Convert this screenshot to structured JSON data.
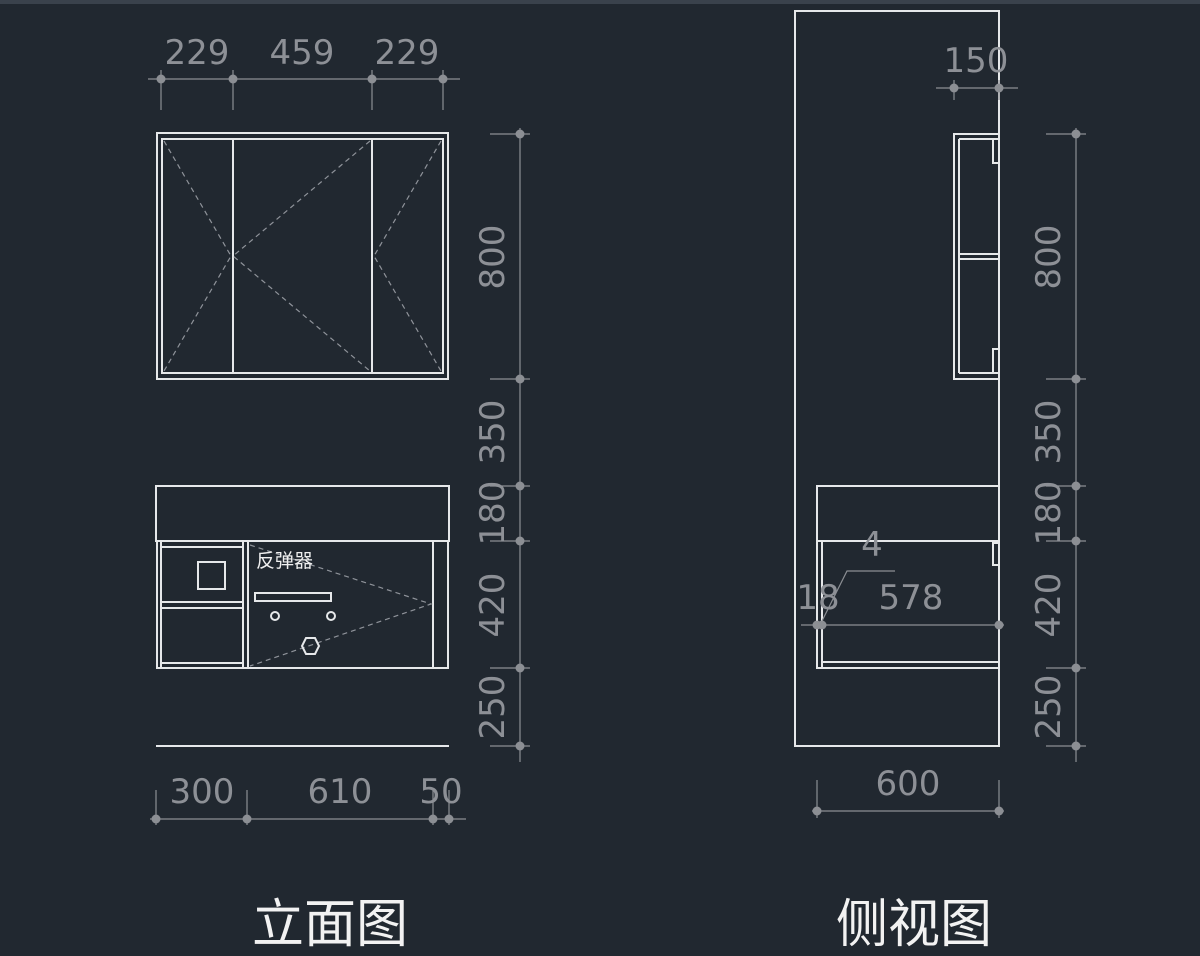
{
  "views": {
    "front": {
      "title": "立面图",
      "top_dims": [
        "229",
        "459",
        "229"
      ],
      "side_dims": [
        "800",
        "350",
        "180",
        "420",
        "250"
      ],
      "bottom_dims": [
        "300",
        "610",
        "50"
      ],
      "bounce_label": "反弹器"
    },
    "side": {
      "title": "侧视图",
      "top_dim": "150",
      "side_dims": [
        "800",
        "350",
        "180",
        "420",
        "250"
      ],
      "inner_dims": [
        "4",
        "18",
        "578"
      ],
      "bottom_dim": "600"
    }
  },
  "colors": {
    "background": "#212830",
    "outline": "#e6e8ea",
    "dimension": "#8c8f94"
  }
}
